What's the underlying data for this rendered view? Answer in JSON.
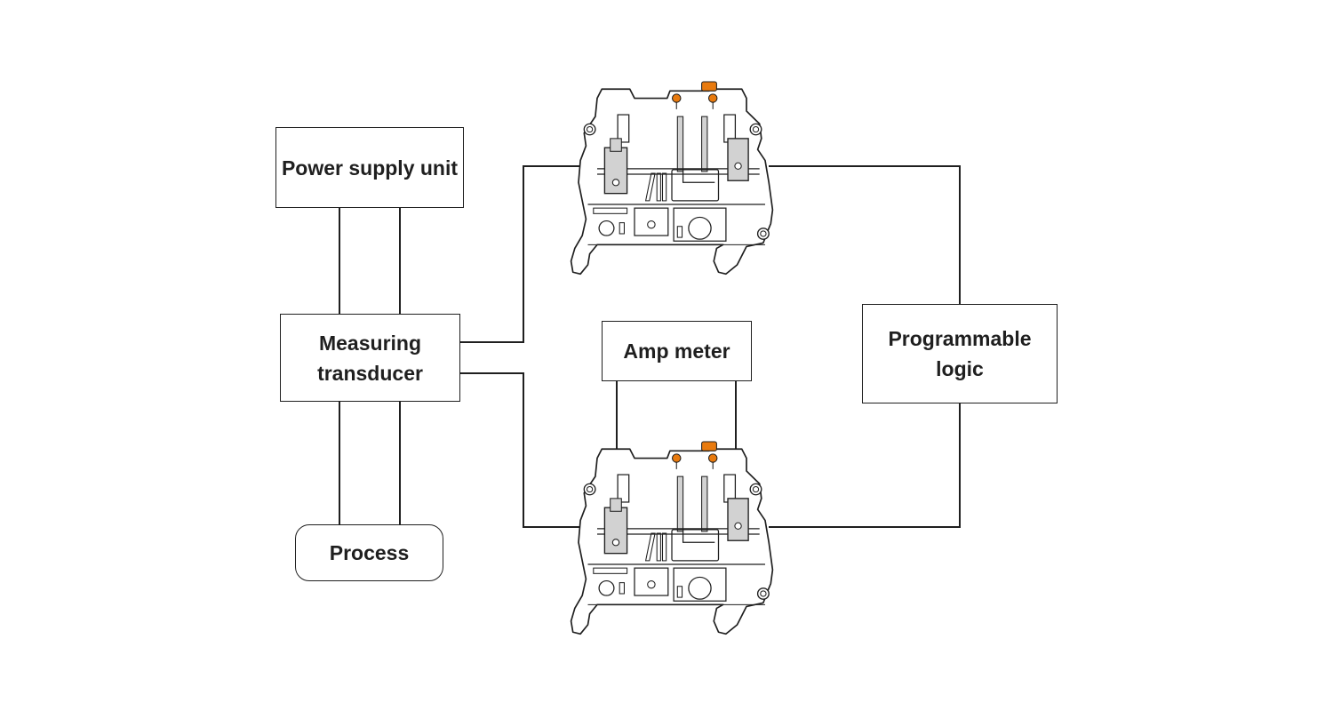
{
  "nodes": {
    "power_supply": "Power supply unit",
    "transducer": "Measuring\ntransducer",
    "process": "Process",
    "amp_meter": "Amp meter",
    "plc": "Programmable\nlogic"
  },
  "colors": {
    "line": "#1f1f1f",
    "accent": "#e87a0e",
    "terminal_gray": "#d2d2d2"
  },
  "icons": [
    "terminal-block-icon"
  ]
}
